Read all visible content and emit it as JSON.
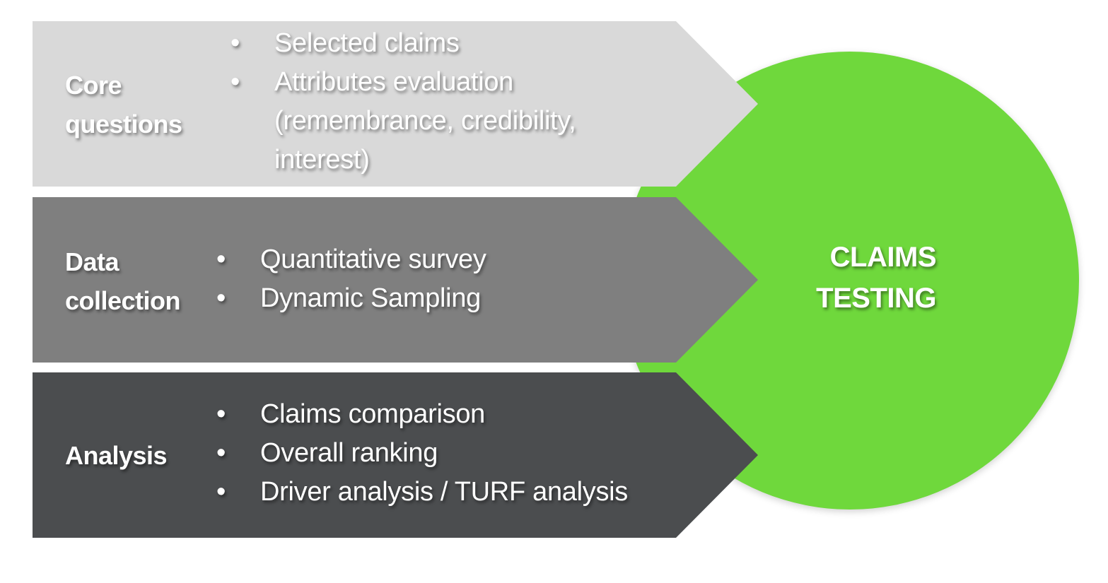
{
  "colors": {
    "circle": "#6fd83c",
    "band_core": "#d9d9d9",
    "band_data": "#7f7f7f",
    "band_analysis": "#4b4d4f"
  },
  "circle": {
    "line1": "CLAIMS",
    "line2": "TESTING"
  },
  "bands": [
    {
      "title_line1": "Core",
      "title_line2": "questions",
      "items": [
        "Selected claims",
        "Attributes evaluation (remembrance, credibility, interest)"
      ]
    },
    {
      "title_line1": "Data",
      "title_line2": "collection",
      "items": [
        "Quantitative survey",
        "Dynamic Sampling"
      ]
    },
    {
      "title_line1": "Analysis",
      "items": [
        "Claims comparison",
        "Overall ranking",
        "Driver analysis / TURF analysis"
      ]
    }
  ]
}
